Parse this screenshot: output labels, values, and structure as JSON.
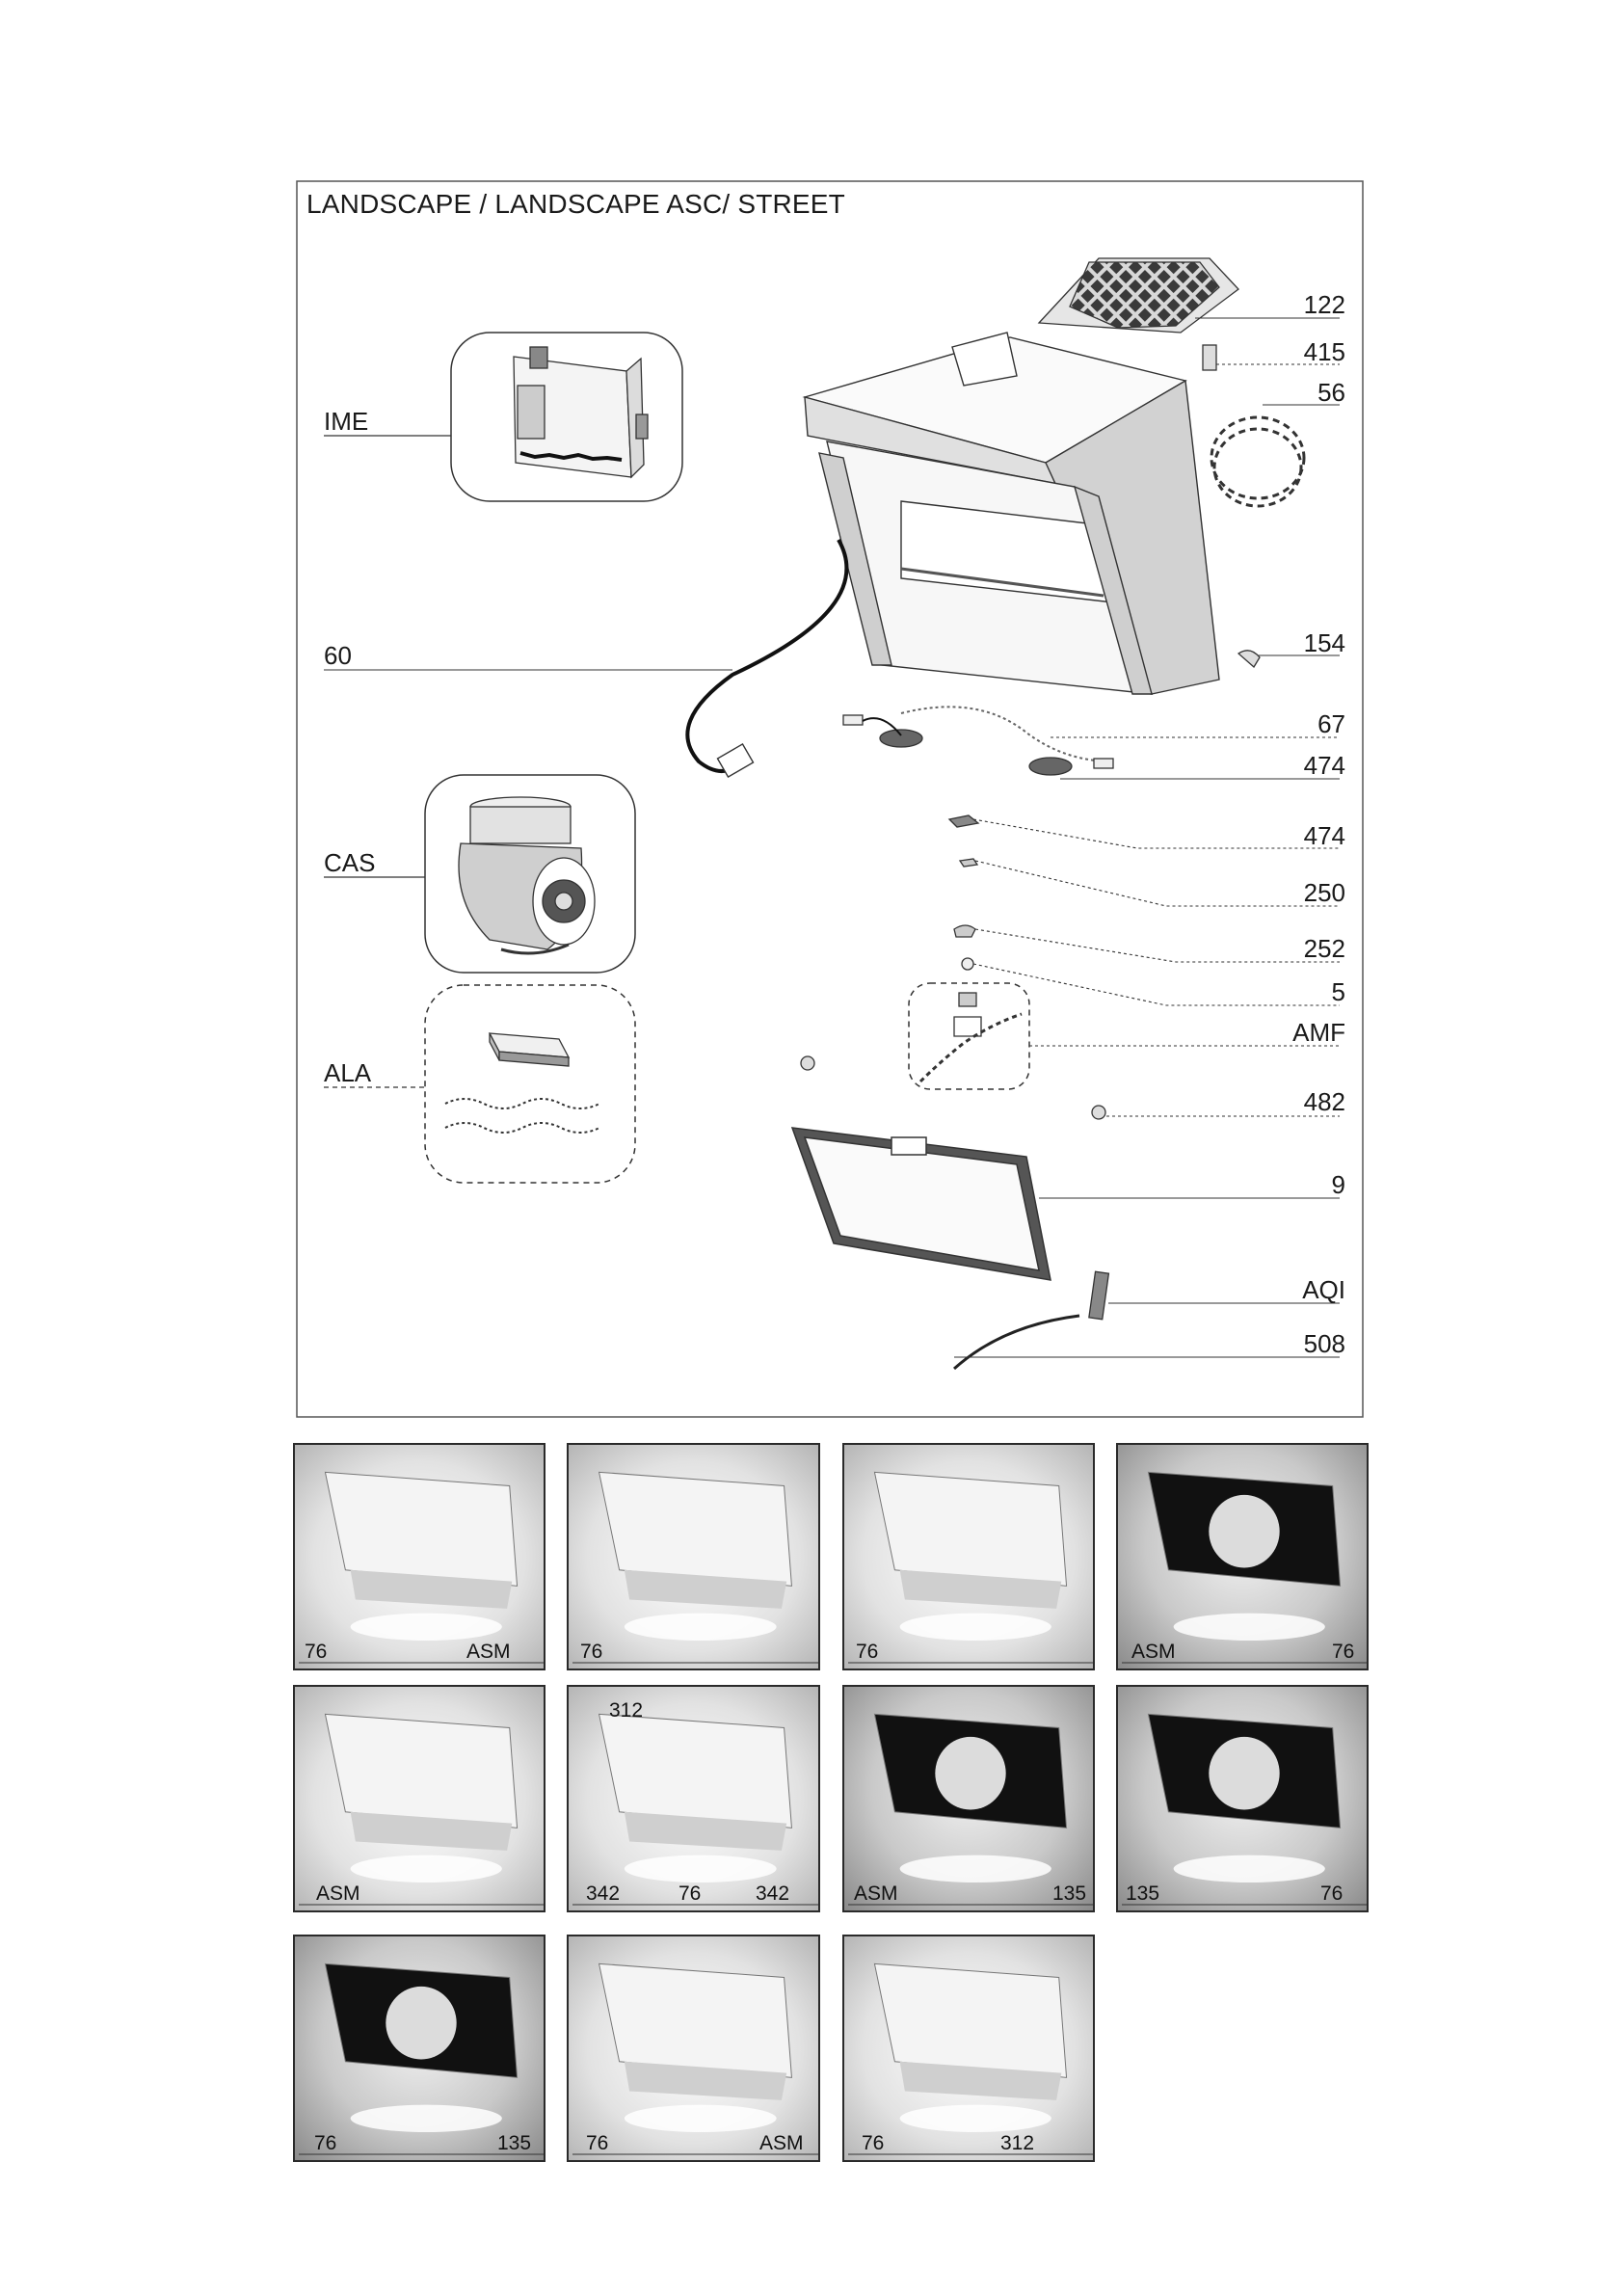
{
  "title": "LANDSCAPE / LANDSCAPE ASC/ STREET",
  "left_labels": [
    "IME",
    "60",
    "CAS",
    "ALA"
  ],
  "right_labels": [
    "122",
    "415",
    "56",
    "154",
    "67",
    "474",
    "474",
    "250",
    "252",
    "5",
    "AMF",
    "482",
    "9",
    "AQI",
    "508"
  ],
  "variants": [
    {
      "style": "light",
      "labels": [
        "76",
        "ASM"
      ]
    },
    {
      "style": "light",
      "labels": [
        "76"
      ]
    },
    {
      "style": "light",
      "labels": [
        "76"
      ]
    },
    {
      "style": "dark",
      "labels": [
        "ASM",
        "76"
      ]
    },
    {
      "style": "light",
      "labels": [
        "ASM"
      ]
    },
    {
      "style": "light",
      "labels": [
        "312",
        "342",
        "76",
        "342"
      ]
    },
    {
      "style": "dark",
      "labels": [
        "ASM",
        "135"
      ]
    },
    {
      "style": "dark",
      "labels": [
        "135",
        "76"
      ]
    },
    {
      "style": "dark",
      "labels": [
        "76",
        "135"
      ]
    },
    {
      "style": "light",
      "labels": [
        "76",
        "ASM"
      ]
    },
    {
      "style": "light",
      "labels": [
        "76",
        "312"
      ]
    }
  ]
}
